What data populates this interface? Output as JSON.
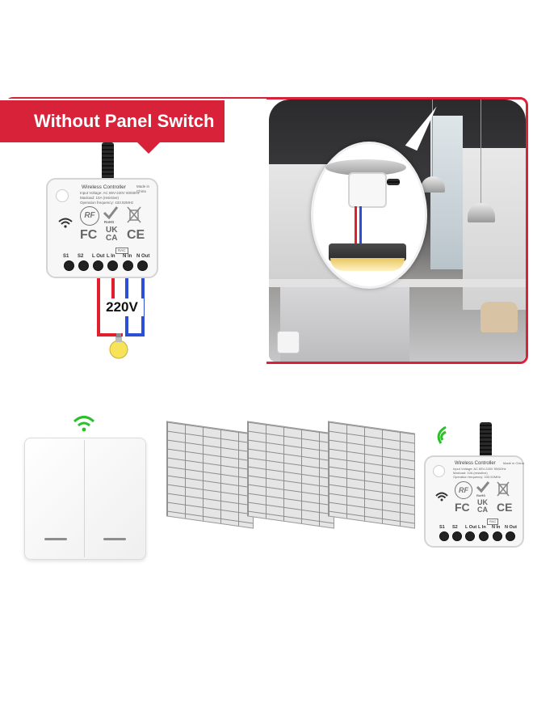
{
  "banner": {
    "text": "Without Panel Switch"
  },
  "module": {
    "title": "Wireless Controller",
    "made_in": "Made in China",
    "specs": [
      "Input Voltage: AC 85V-240V 50/60Hz",
      "Maxload: 10A (resistive)",
      "Operation frequency: 433.92MHz"
    ],
    "rf_label": "RF",
    "rohs_label": "RoHS",
    "fc_label": "FC",
    "ukca_top": "UK",
    "ukca_bottom": "CA",
    "ce_label": "CE",
    "terminals": [
      "S1",
      "S2",
      "L Out",
      "L In",
      "N In",
      "N Out"
    ],
    "rac_label": "RAC"
  },
  "wiring": {
    "voltage": "220V"
  },
  "colors": {
    "accent": "#d8223a",
    "wire_red": "#e0202c",
    "wire_blue": "#2c4fd8",
    "wifi_green": "#2bbf2b"
  }
}
